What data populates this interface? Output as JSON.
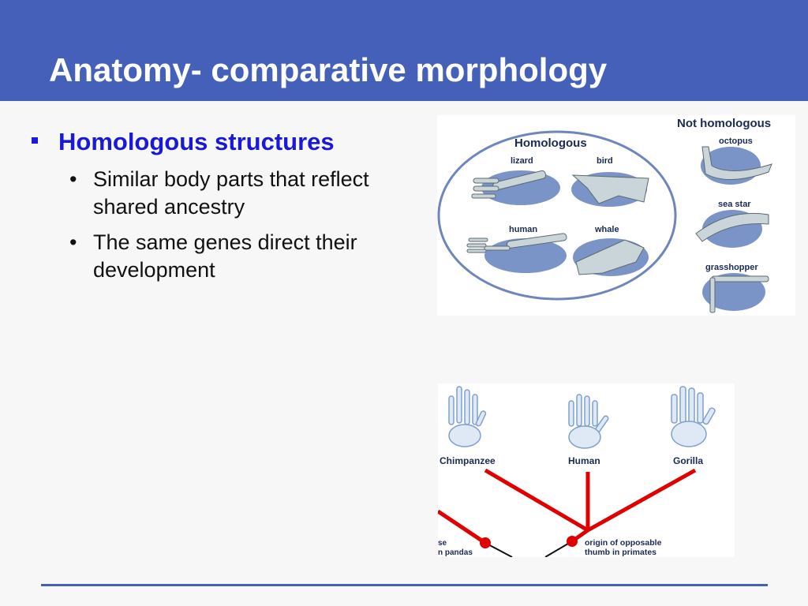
{
  "title": "Anatomy- comparative morphology",
  "colors": {
    "header": "#4560b8",
    "accent": "#1a1ad6",
    "tree": "#e00000"
  },
  "bullets": {
    "heading": "Homologous structures",
    "items": [
      "Similar body parts that reflect shared ancestry",
      "The same genes direct their development"
    ]
  },
  "figure_homology": {
    "homologous_title": "Homologous",
    "not_homologous_title": "Not homologous",
    "labels": {
      "lizard": "lizard",
      "bird": "bird",
      "human": "human",
      "whale": "whale",
      "octopus": "octopus",
      "sea_star": "sea star",
      "grasshopper": "grasshopper"
    }
  },
  "figure_thumb": {
    "species": [
      "Chimpanzee",
      "Human",
      "Gorilla"
    ],
    "left_note_line1": "se",
    "left_note_line2": "n pandas",
    "origin_line1": "origin of opposable",
    "origin_line2": "thumb in primates"
  }
}
